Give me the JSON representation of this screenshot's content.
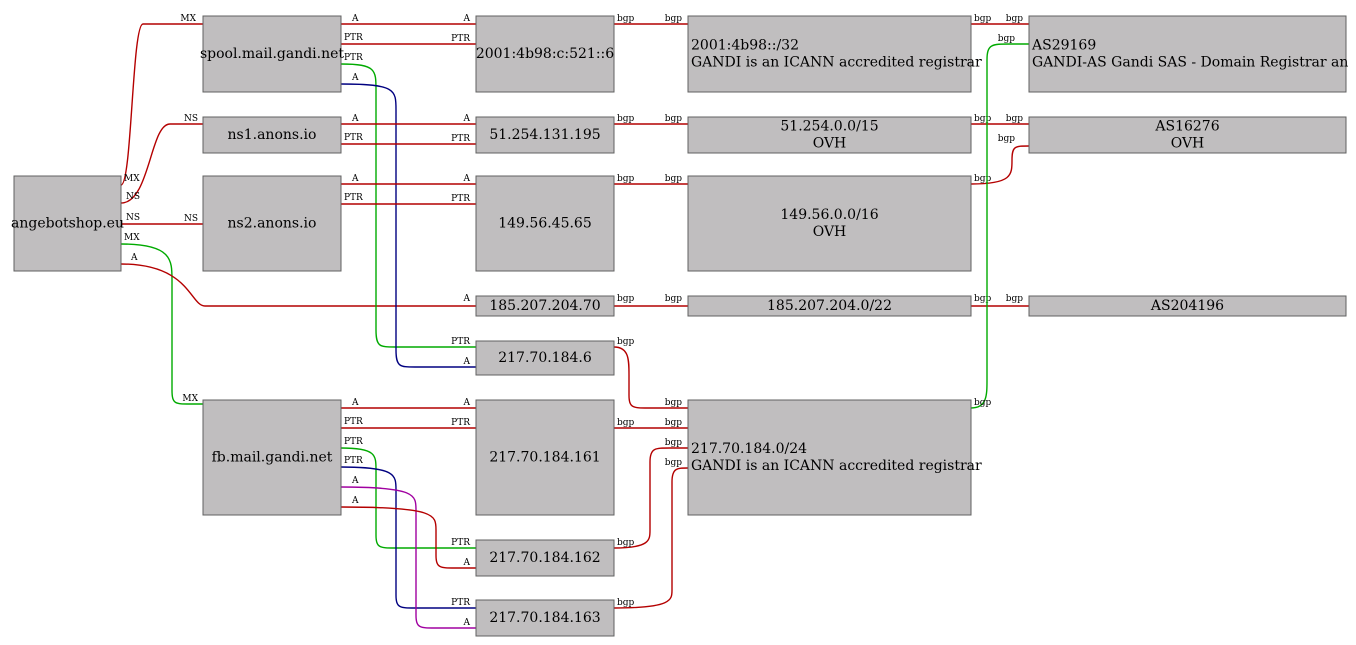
{
  "colors": {
    "red": "#b40000",
    "green": "#00aa00",
    "blue": "#000080",
    "magenta": "#a000a0",
    "node_fill": "#c0bebf"
  },
  "nodes": [
    {
      "id": "angebotshop",
      "lines": [
        "angebotshop.eu"
      ]
    },
    {
      "id": "spool",
      "lines": [
        "spool.mail.gandi.net"
      ]
    },
    {
      "id": "ns1",
      "lines": [
        "ns1.anons.io"
      ]
    },
    {
      "id": "ns2",
      "lines": [
        "ns2.anons.io"
      ]
    },
    {
      "id": "fbmail",
      "lines": [
        "fb.mail.gandi.net"
      ]
    },
    {
      "id": "ip6",
      "lines": [
        "2001:4b98:c:521::6"
      ]
    },
    {
      "id": "ip51",
      "lines": [
        "51.254.131.195"
      ]
    },
    {
      "id": "ip149",
      "lines": [
        "149.56.45.65"
      ]
    },
    {
      "id": "ip185",
      "lines": [
        "185.207.204.70"
      ]
    },
    {
      "id": "ip2176",
      "lines": [
        "217.70.184.6"
      ]
    },
    {
      "id": "ip217161",
      "lines": [
        "217.70.184.161"
      ]
    },
    {
      "id": "ip217162",
      "lines": [
        "217.70.184.162"
      ]
    },
    {
      "id": "ip217163",
      "lines": [
        "217.70.184.163"
      ]
    },
    {
      "id": "pfx6",
      "lines": [
        "2001:4b98::/32",
        "GANDI is an ICANN accredited registrar"
      ]
    },
    {
      "id": "pfx51",
      "lines": [
        "51.254.0.0/15",
        "OVH"
      ]
    },
    {
      "id": "pfx149",
      "lines": [
        "149.56.0.0/16",
        "OVH"
      ]
    },
    {
      "id": "pfx185",
      "lines": [
        "185.207.204.0/22"
      ]
    },
    {
      "id": "pfx217",
      "lines": [
        "217.70.184.0/24",
        "GANDI is an ICANN accredited registrar"
      ]
    },
    {
      "id": "as29169",
      "lines": [
        "AS29169",
        "GANDI-AS Gandi SAS - Domain Registrar an"
      ]
    },
    {
      "id": "as16276",
      "lines": [
        "AS16276",
        "OVH"
      ]
    },
    {
      "id": "as204196",
      "lines": [
        "AS204196"
      ]
    }
  ],
  "edges": [
    {
      "id": "e1",
      "color": "red",
      "labels": [
        "MX",
        "MX"
      ]
    },
    {
      "id": "e2",
      "color": "red",
      "labels": [
        "NS",
        "NS"
      ]
    },
    {
      "id": "e3",
      "color": "red",
      "labels": [
        "NS",
        "NS"
      ]
    },
    {
      "id": "e4",
      "color": "green",
      "labels": [
        "MX",
        "MX"
      ]
    },
    {
      "id": "e5",
      "color": "red",
      "labels": [
        "A",
        "A"
      ]
    },
    {
      "id": "e6",
      "color": "red",
      "labels": [
        "A",
        "A"
      ]
    },
    {
      "id": "e7",
      "color": "red",
      "labels": [
        "PTR",
        "PTR"
      ]
    },
    {
      "id": "e8",
      "color": "green",
      "labels": [
        "PTR",
        "PTR"
      ]
    },
    {
      "id": "e9",
      "color": "blue",
      "labels": [
        "A",
        "A"
      ]
    },
    {
      "id": "e10",
      "color": "red",
      "labels": [
        "A",
        "A"
      ]
    },
    {
      "id": "e11",
      "color": "red",
      "labels": [
        "PTR",
        "PTR"
      ]
    },
    {
      "id": "e12",
      "color": "red",
      "labels": [
        "A",
        "A"
      ]
    },
    {
      "id": "e13",
      "color": "red",
      "labels": [
        "PTR",
        "PTR"
      ]
    },
    {
      "id": "e14",
      "color": "red",
      "labels": [
        "A",
        "A"
      ]
    },
    {
      "id": "e15",
      "color": "red",
      "labels": [
        "PTR",
        "PTR"
      ]
    },
    {
      "id": "e16",
      "color": "green",
      "labels": [
        "PTR",
        "PTR"
      ]
    },
    {
      "id": "e17",
      "color": "blue",
      "labels": [
        "PTR",
        "PTR"
      ]
    },
    {
      "id": "e18",
      "color": "magenta",
      "labels": [
        "A",
        "A"
      ]
    },
    {
      "id": "e19",
      "color": "red",
      "labels": [
        "A",
        "A"
      ]
    },
    {
      "id": "e20",
      "color": "red",
      "labels": [
        "bgp",
        "bgp"
      ]
    },
    {
      "id": "e21",
      "color": "red",
      "labels": [
        "bgp",
        "bgp"
      ]
    },
    {
      "id": "e22",
      "color": "red",
      "labels": [
        "bgp",
        "bgp"
      ]
    },
    {
      "id": "e23",
      "color": "red",
      "labels": [
        "bgp",
        "bgp"
      ]
    },
    {
      "id": "e24",
      "color": "red",
      "labels": [
        "bgp",
        "bgp"
      ]
    },
    {
      "id": "e25",
      "color": "red",
      "labels": [
        "bgp",
        "bgp"
      ]
    },
    {
      "id": "e26",
      "color": "red",
      "labels": [
        "bgp",
        "bgp"
      ]
    },
    {
      "id": "e27",
      "color": "red",
      "labels": [
        "bgp",
        "bgp"
      ]
    },
    {
      "id": "e28",
      "color": "red",
      "labels": [
        "bgp",
        "bgp"
      ]
    },
    {
      "id": "e29",
      "color": "red",
      "labels": [
        "bgp",
        "bgp"
      ]
    },
    {
      "id": "e30",
      "color": "red",
      "labels": [
        "bgp",
        "bgp"
      ]
    },
    {
      "id": "e31",
      "color": "red",
      "labels": [
        "bgp",
        "bgp"
      ]
    },
    {
      "id": "e32",
      "color": "green",
      "labels": [
        "bgp",
        "bgp"
      ]
    }
  ]
}
